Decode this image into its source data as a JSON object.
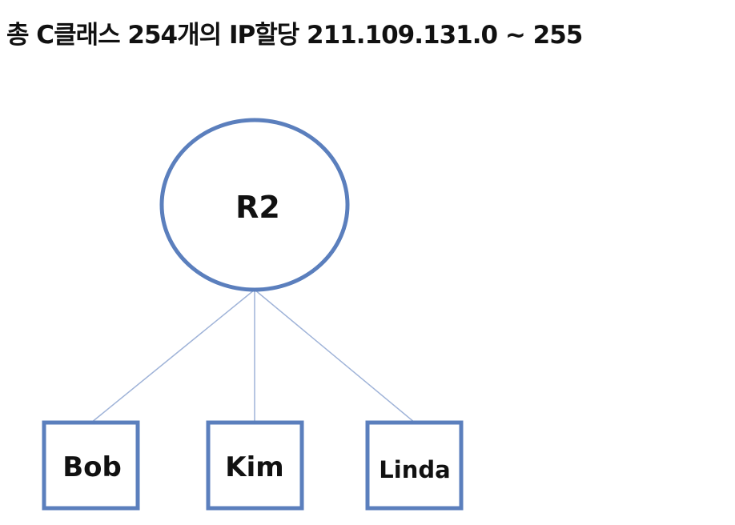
{
  "title": "총 C클래스 254개의 IP할당 211.109.131.0 ~ 255",
  "router": {
    "label": "R2"
  },
  "hosts": [
    {
      "label": "Bob"
    },
    {
      "label": "Kim"
    },
    {
      "label": "Linda"
    }
  ],
  "colors": {
    "node_stroke": "#5b7fbd",
    "link_stroke": "#9fb3d8",
    "text": "#111111",
    "background": "#ffffff"
  }
}
